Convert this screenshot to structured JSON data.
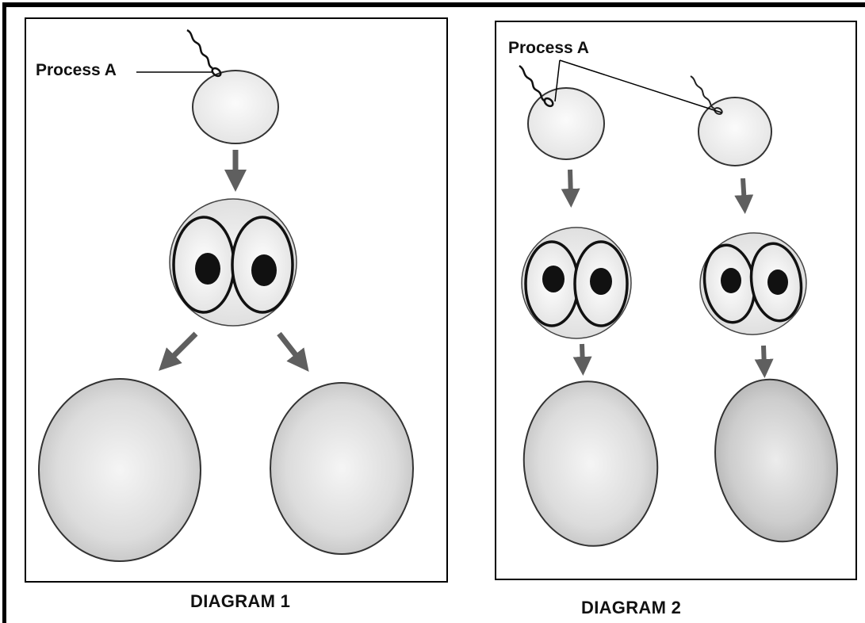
{
  "diagram1": {
    "process_label": "Process A",
    "caption": "DIAGRAM 1"
  },
  "diagram2": {
    "process_label": "Process A",
    "caption": "DIAGRAM 2"
  },
  "colors": {
    "outline": "#333333",
    "arrow": "#5f5f5f",
    "nucleus": "#111111",
    "egg_fill": "#f2f2f2",
    "daughter_center": "#f4f4f4",
    "daughter_edge": "#c4c4c4"
  }
}
